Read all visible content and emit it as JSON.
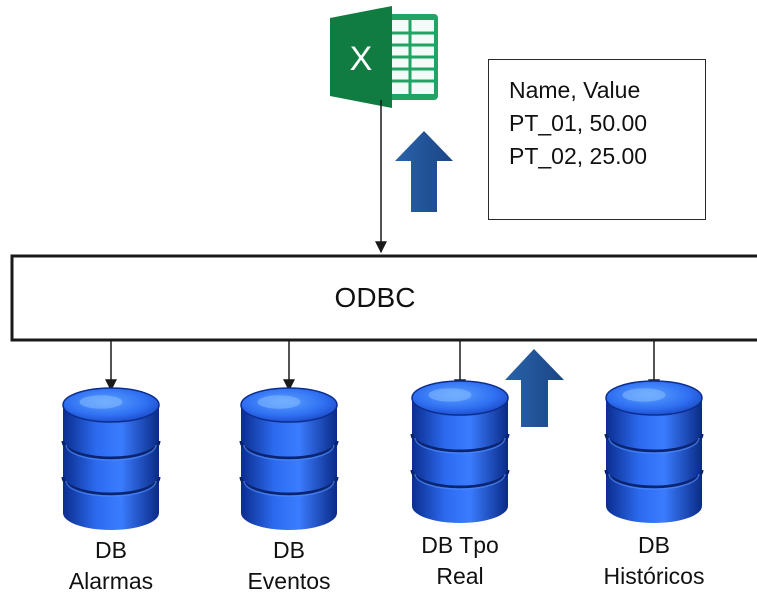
{
  "note": {
    "lines": [
      "Name, Value",
      "PT_01, 50.00",
      "PT_02, 25.00"
    ]
  },
  "bus": {
    "label": "ODBC"
  },
  "databases": [
    {
      "line1": "DB",
      "line2": "Alarmas"
    },
    {
      "line1": "DB",
      "line2": "Eventos"
    },
    {
      "line1": "DB Tpo",
      "line2": "Real"
    },
    {
      "line1": "DB",
      "line2": "Históricos"
    }
  ],
  "icons": {
    "excel": "excel-icon",
    "database": "database-cylinder-icon",
    "arrow": "upload-arrow-icon"
  },
  "colors": {
    "excel_green": "#21A366",
    "excel_dark": "#107C41",
    "arrow_blue": "#1F4E8C",
    "db_blue": "#1F55D8",
    "db_dark": "#0B2D8F",
    "bus_border": "#1a1a1a"
  }
}
